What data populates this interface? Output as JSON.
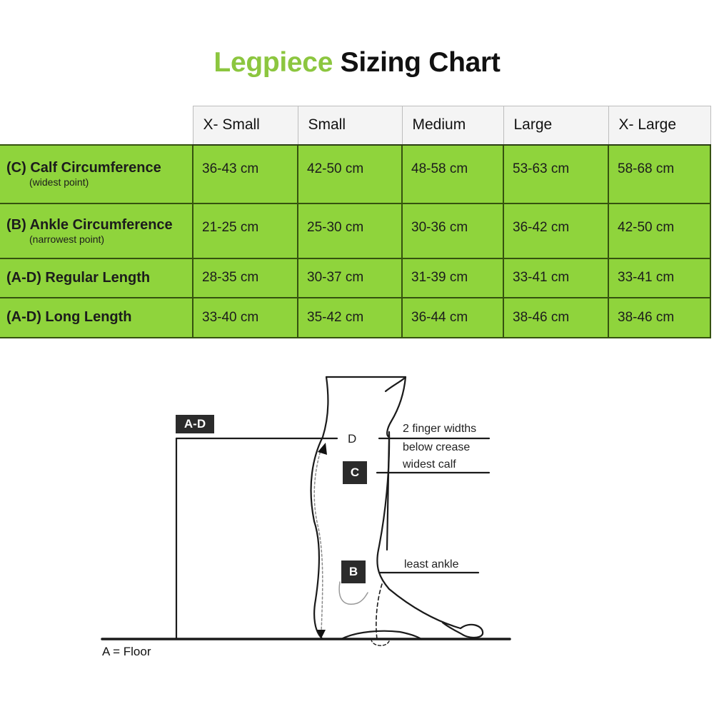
{
  "title": {
    "brand": "Legpiece",
    "rest": "Sizing Chart"
  },
  "table": {
    "columns": [
      "X- Small",
      "Small",
      "Medium",
      "Large",
      "X- Large"
    ],
    "rows": [
      {
        "label": "(C) Calf Circumference",
        "sublabel": "(widest point)",
        "values": [
          "36-43 cm",
          "42-50 cm",
          "48-58 cm",
          "53-63 cm",
          "58-68 cm"
        ]
      },
      {
        "label": "(B) Ankle Circumference",
        "sublabel": "(narrowest point)",
        "values": [
          "21-25 cm",
          "25-30 cm",
          "30-36 cm",
          "36-42 cm",
          "42-50 cm"
        ]
      },
      {
        "label": "(A-D) Regular Length",
        "sublabel": "",
        "values": [
          "28-35 cm",
          "30-37 cm",
          "31-39 cm",
          "33-41 cm",
          "33-41 cm"
        ]
      },
      {
        "label": "(A-D) Long Length",
        "sublabel": "",
        "values": [
          "33-40 cm",
          "35-42 cm",
          "36-44 cm",
          "38-46 cm",
          "38-46 cm"
        ]
      }
    ]
  },
  "diagram": {
    "tag_ad": "A-D",
    "point_d": "D",
    "tag_c": "C",
    "tag_b": "B",
    "note_d_line1": "2 finger widths",
    "note_d_line2": "below crease",
    "note_c": "widest calf",
    "note_b": "least ankle",
    "floor_label": "A = Floor"
  },
  "colors": {
    "brand_green": "#8cc63f",
    "cell_green": "#8fd43c",
    "grid": "#35520f"
  }
}
